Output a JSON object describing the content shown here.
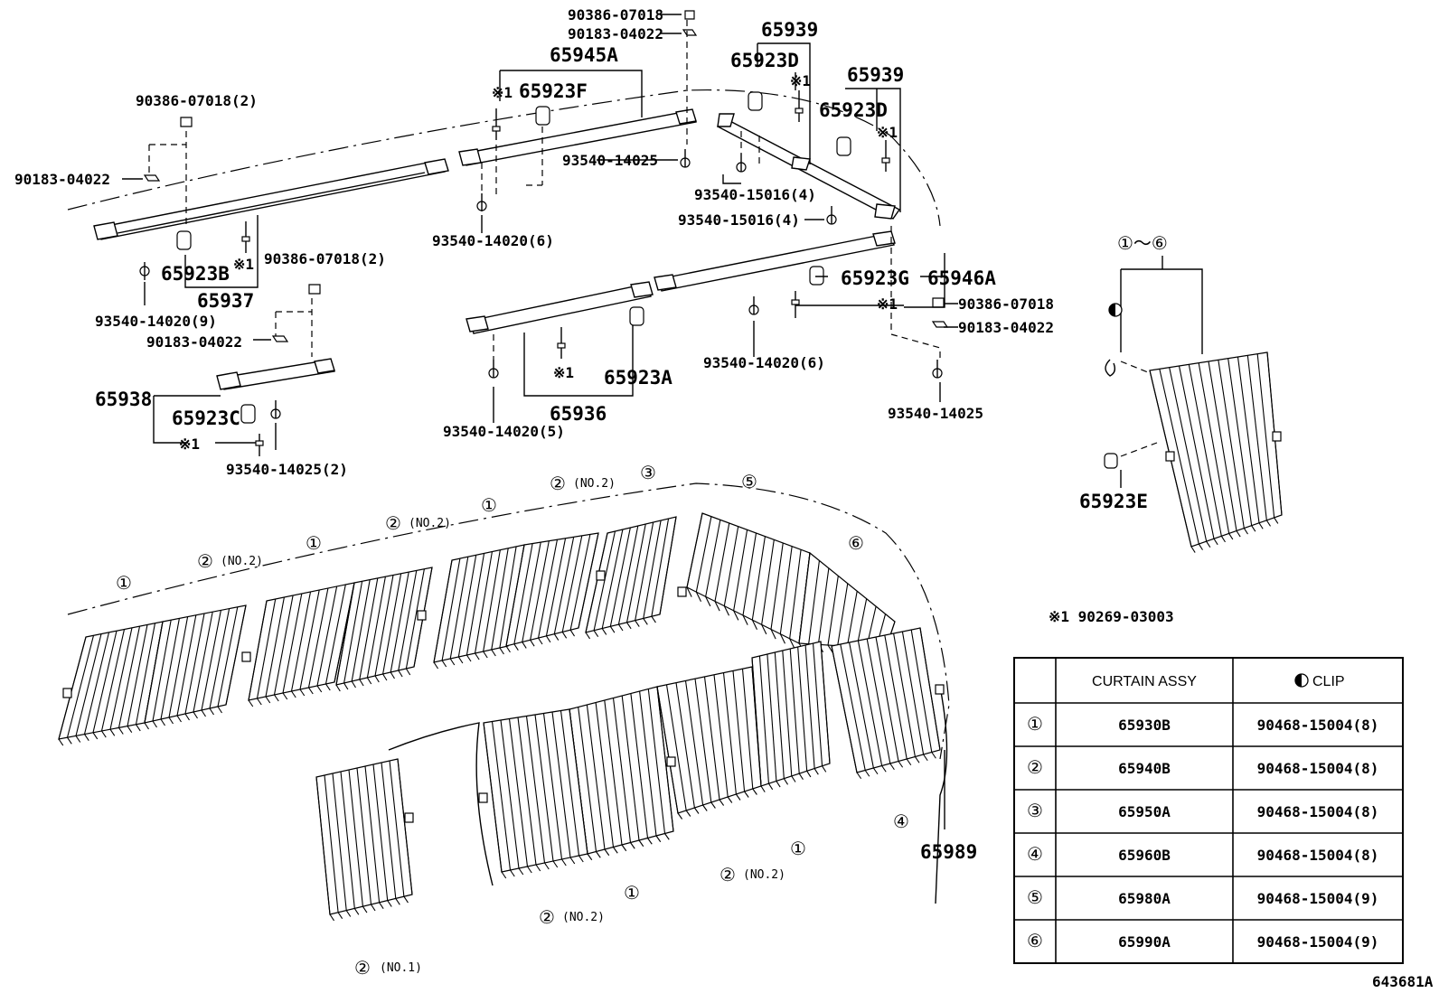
{
  "diagram": {
    "figure_number": "643681A",
    "footnote": "※1 90269-03003",
    "callouts": {
      "c_90386_07018_top": "90386-07018",
      "c_90183_04022_top": "90183-04022",
      "c_65939_a": "65939",
      "c_65945A": "65945A",
      "c_65923D_a": "65923D",
      "c_65939_b": "65939",
      "c_ref1_65923F": "※1",
      "c_65923F": "65923F",
      "c_65923D_b": "65923D",
      "c_ref1_a": "※1",
      "c_ref1_b": "※1",
      "c_90386_07018_2_left": "90386-07018(2)",
      "c_90183_04022_left": "90183-04022",
      "c_93540_14025_mid": "93540-14025",
      "c_93540_15016_4_a": "93540-15016(4)",
      "c_93540_15016_4_b": "93540-15016(4)",
      "c_93540_14020_6_top": "93540-14020(6)",
      "c_65923B": "65923B",
      "c_ref1_c": "※1",
      "c_90386_07018_2_mid": "90386-07018(2)",
      "c_65937": "65937",
      "c_93540_14020_9": "93540-14020(9)",
      "c_90183_04022_mid": "90183-04022",
      "c_65938": "65938",
      "c_65923C": "65923C",
      "c_ref1_d": "※1",
      "c_93540_14025_2": "93540-14025(2)",
      "c_65923G": "65923G",
      "c_65946A": "65946A",
      "c_ref1_e": "※1",
      "c_90386_07018_right": "90386-07018",
      "c_90183_04022_right": "90183-04022",
      "c_93540_14020_6_right": "93540-14020(6)",
      "c_93540_14025_right": "93540-14025",
      "c_ref1_f": "※1",
      "c_65923A": "65923A",
      "c_65936": "65936",
      "c_93540_14020_5": "93540-14020(5)",
      "c_1_6": "①～⑥",
      "c_65923E": "65923E",
      "c_65989": "65989"
    },
    "curtain_labels": {
      "k1": "①",
      "k2": "②",
      "k2n": "(NO.2)",
      "k3": "①",
      "k4": "②",
      "k4n": "(NO.2)",
      "k5": "①",
      "k6": "②",
      "k6n": "(NO.2)",
      "k7": "③",
      "k8": "⑤",
      "k9": "⑥",
      "k10": "④",
      "k11": "①",
      "k12": "②",
      "k12n": "(NO.2)",
      "k13": "①",
      "k14": "②",
      "k14n": "(NO.2)",
      "k15": "②",
      "k15n": "(NO.1)"
    },
    "table": {
      "header_assy": "CURTAIN ASSY",
      "header_clip": "CLIP",
      "rows": [
        {
          "key": "①",
          "assy": "65930B",
          "clip": "90468-15004(8)"
        },
        {
          "key": "②",
          "assy": "65940B",
          "clip": "90468-15004(8)"
        },
        {
          "key": "③",
          "assy": "65950A",
          "clip": "90468-15004(8)"
        },
        {
          "key": "④",
          "assy": "65960B",
          "clip": "90468-15004(8)"
        },
        {
          "key": "⑤",
          "assy": "65980A",
          "clip": "90468-15004(9)"
        },
        {
          "key": "⑥",
          "assy": "65990A",
          "clip": "90468-15004(9)"
        }
      ]
    }
  }
}
